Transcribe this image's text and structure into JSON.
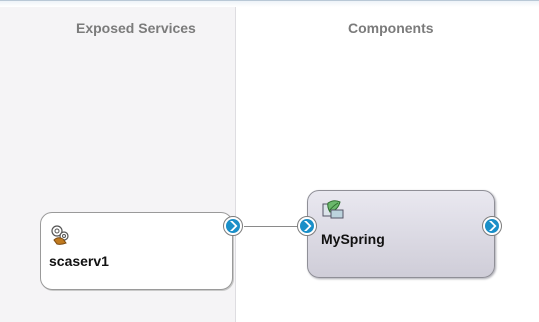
{
  "lanes": {
    "exposed_services_title": "Exposed Services",
    "components_title": "Components"
  },
  "service": {
    "name": "scaserv1",
    "icon": "gear-icon"
  },
  "component": {
    "name": "MySpring",
    "icon": "spring-component-icon"
  },
  "ports": {
    "icon": "chevron-right-icon",
    "color": "#1a8fc8"
  },
  "colors": {
    "exposed_lane_bg": "#f5f4f6",
    "component_box_bg": "#d9d8e1"
  }
}
